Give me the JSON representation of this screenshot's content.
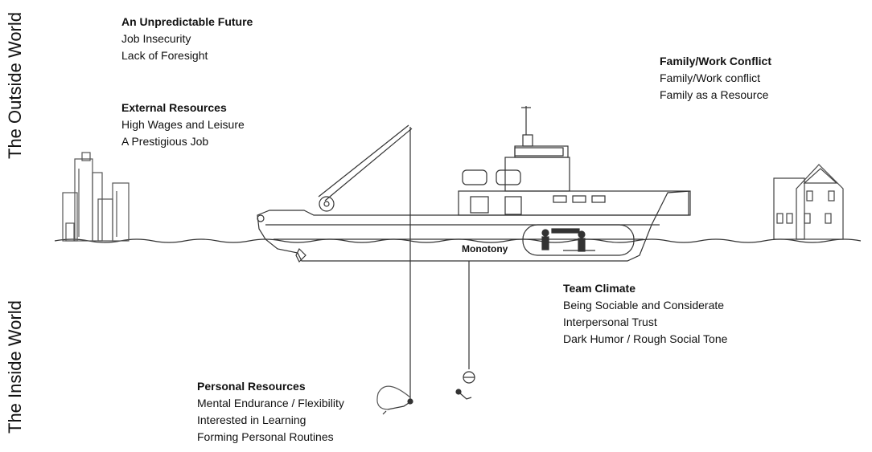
{
  "side_labels": {
    "outside": "The Outside World",
    "inside": "The Inside World"
  },
  "blocks": {
    "future": {
      "title": "An Unpredictable Future",
      "items": [
        "Job Insecurity",
        "Lack of Foresight"
      ]
    },
    "external": {
      "title": "External Resources",
      "items": [
        "High Wages and Leisure",
        "A Prestigious Job"
      ]
    },
    "family": {
      "title": "Family/Work Conflict",
      "items": [
        "Family/Work conflict",
        "Family as a Resource"
      ]
    },
    "team": {
      "title": "Team Climate",
      "items": [
        "Being Sociable and Considerate",
        "Interpersonal Trust",
        "Dark Humor / Rough Social Tone"
      ]
    },
    "personal": {
      "title": "Personal Resources",
      "items": [
        "Mental Endurance / Flexibility",
        "Interested in Learning",
        "Forming Personal Routines"
      ]
    }
  },
  "ship_label": "Monotony"
}
